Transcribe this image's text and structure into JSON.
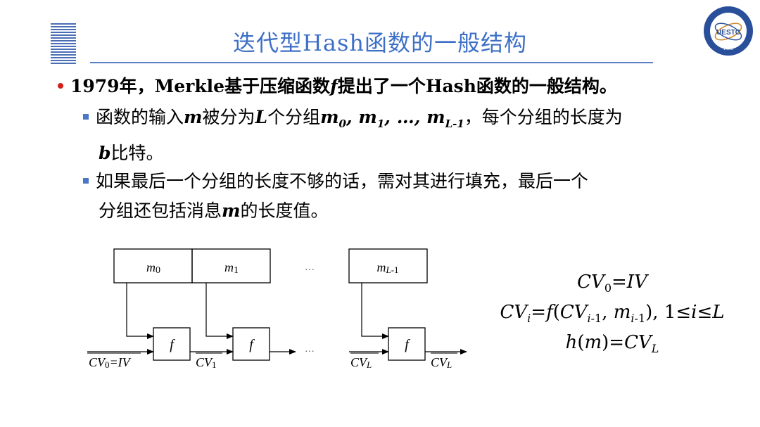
{
  "title": "迭代型Hash函数的一般结构",
  "bullet1": {
    "pre": "1979年，Merkle基于压缩函数",
    "f": "f",
    "post": "提出了一个Hash函数的一般结构。"
  },
  "bullet2": {
    "t1": "函数的输入",
    "m": "m",
    "t2": "被分为",
    "L": "L",
    "t3": "个分组",
    "seq": "m0, m1, …, mL-1",
    "t4": "，每个分组的长度为",
    "b": "b",
    "t5": "比特。"
  },
  "bullet3": {
    "t1": "如果最后一个分组的长度不够的话，需对其进行填充，最后一个",
    "t2": "分组还包括消息",
    "m": "m",
    "t3": "的长度值。"
  },
  "diagram": {
    "blocks": [
      "m0",
      "m1",
      "mL-1"
    ],
    "func_label": "f",
    "ellipsis": "…",
    "inputs": [
      "CV0=IV",
      "CV1",
      "CVL",
      "CVL"
    ]
  },
  "formulas": {
    "f1": "CV0=IV",
    "f2": "CVi=f(CVi-1, mi-1), 1≤i≤L",
    "f3": "h(m)=CVL"
  },
  "logo": {
    "text": "UESTC",
    "year": "1956"
  }
}
